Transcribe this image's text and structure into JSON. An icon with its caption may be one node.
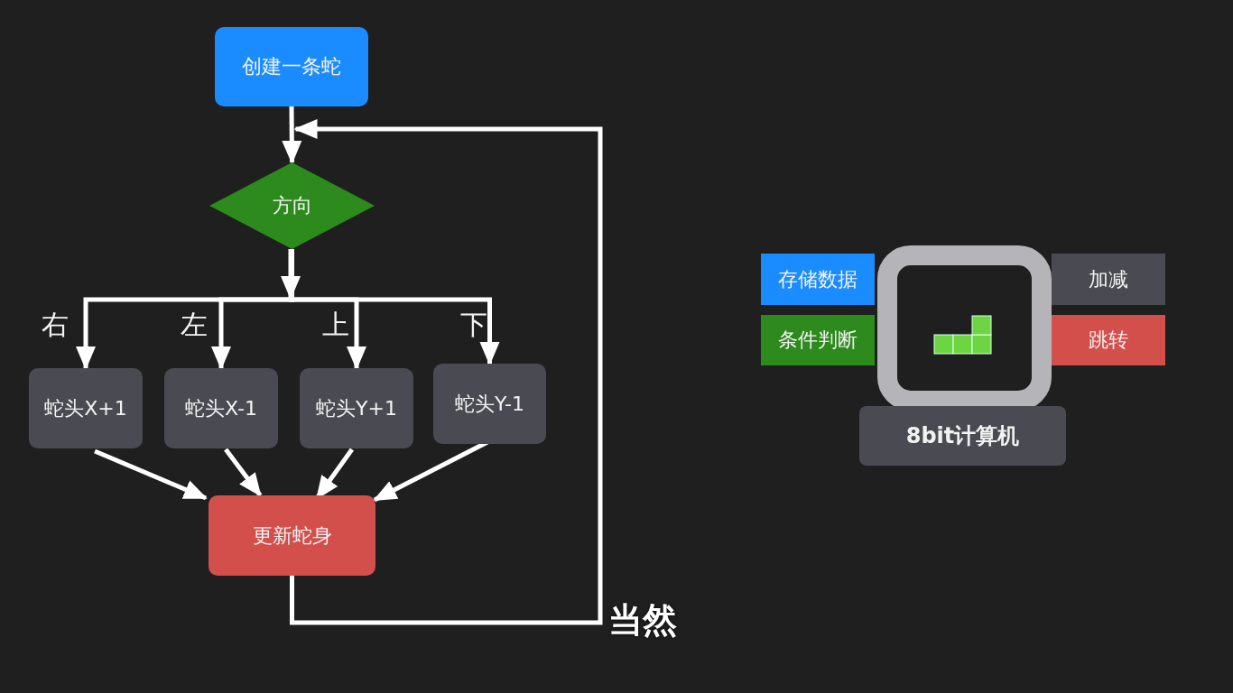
{
  "diagram": {
    "nodes": [
      {
        "text": [
          "创建一条蛇"
        ]
      },
      {
        "text": [
          "方向"
        ]
      },
      {
        "text": [
          "蛇头X+1"
        ]
      },
      {
        "text": [
          "蛇头X-1"
        ]
      },
      {
        "text": [
          "蛇头Y+1"
        ]
      },
      {
        "text": [
          "蛇头Y-1"
        ]
      },
      {
        "text": [
          "更新蛇身"
        ]
      },
      {
        "text": [
          "存储数据"
        ]
      },
      {
        "text": [
          "条件判断"
        ]
      },
      {
        "text": [
          "加减"
        ]
      },
      {
        "text": [
          "跳转"
        ]
      },
      {
        "text": [
          "8bit计算机"
        ]
      }
    ],
    "edges": [
      {
        "from": 0,
        "to": 1,
        "arrow": "to"
      },
      {
        "from": 1,
        "to": 2,
        "arrow": "to",
        "label": "右"
      },
      {
        "from": 1,
        "to": 3,
        "arrow": "to",
        "label": "左"
      },
      {
        "from": 1,
        "to": 4,
        "arrow": "to",
        "label": "上"
      },
      {
        "from": 1,
        "to": 5,
        "arrow": "to",
        "label": "下"
      },
      {
        "from": 2,
        "to": 6,
        "arrow": "to"
      },
      {
        "from": 3,
        "to": 6,
        "arrow": "to"
      },
      {
        "from": 4,
        "to": 6,
        "arrow": "to"
      },
      {
        "from": 5,
        "to": 6,
        "arrow": "to"
      },
      {
        "from": 6,
        "to": 1,
        "arrow": "to"
      }
    ],
    "labels": [
      "当然"
    ]
  }
}
